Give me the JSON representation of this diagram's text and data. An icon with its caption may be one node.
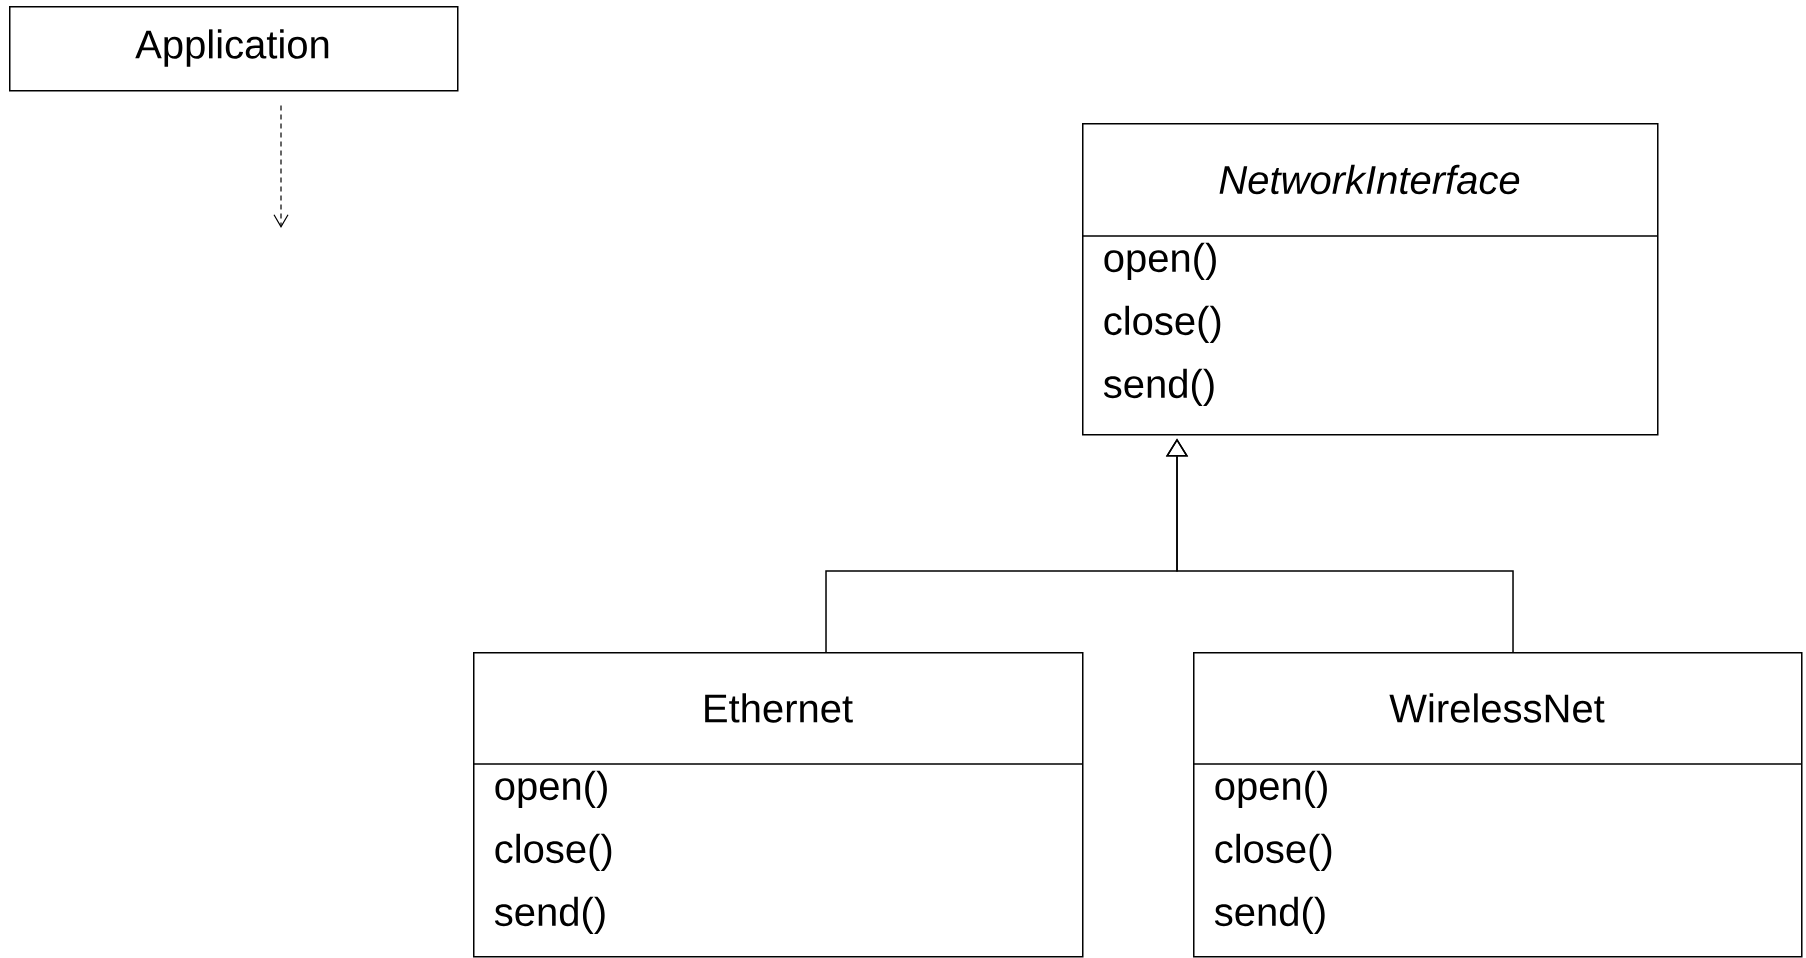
{
  "diagram": {
    "nodes": [
      {
        "text": [
          "Application"
        ]
      },
      {
        "text": [
          "NetworkInterface",
          "open() close() send()"
        ]
      },
      {
        "text": [
          "Ethernet",
          "open() close() send()"
        ]
      },
      {
        "text": [
          "WirelessNet",
          "open() close() send()"
        ]
      }
    ],
    "edges": [
      {
        "from": 0,
        "to": null,
        "arrow": "to",
        "style": "dashed"
      },
      {
        "from": 2,
        "to": 1,
        "arrow": "to"
      },
      {
        "from": 3,
        "to": 1,
        "arrow": "to"
      }
    ]
  }
}
